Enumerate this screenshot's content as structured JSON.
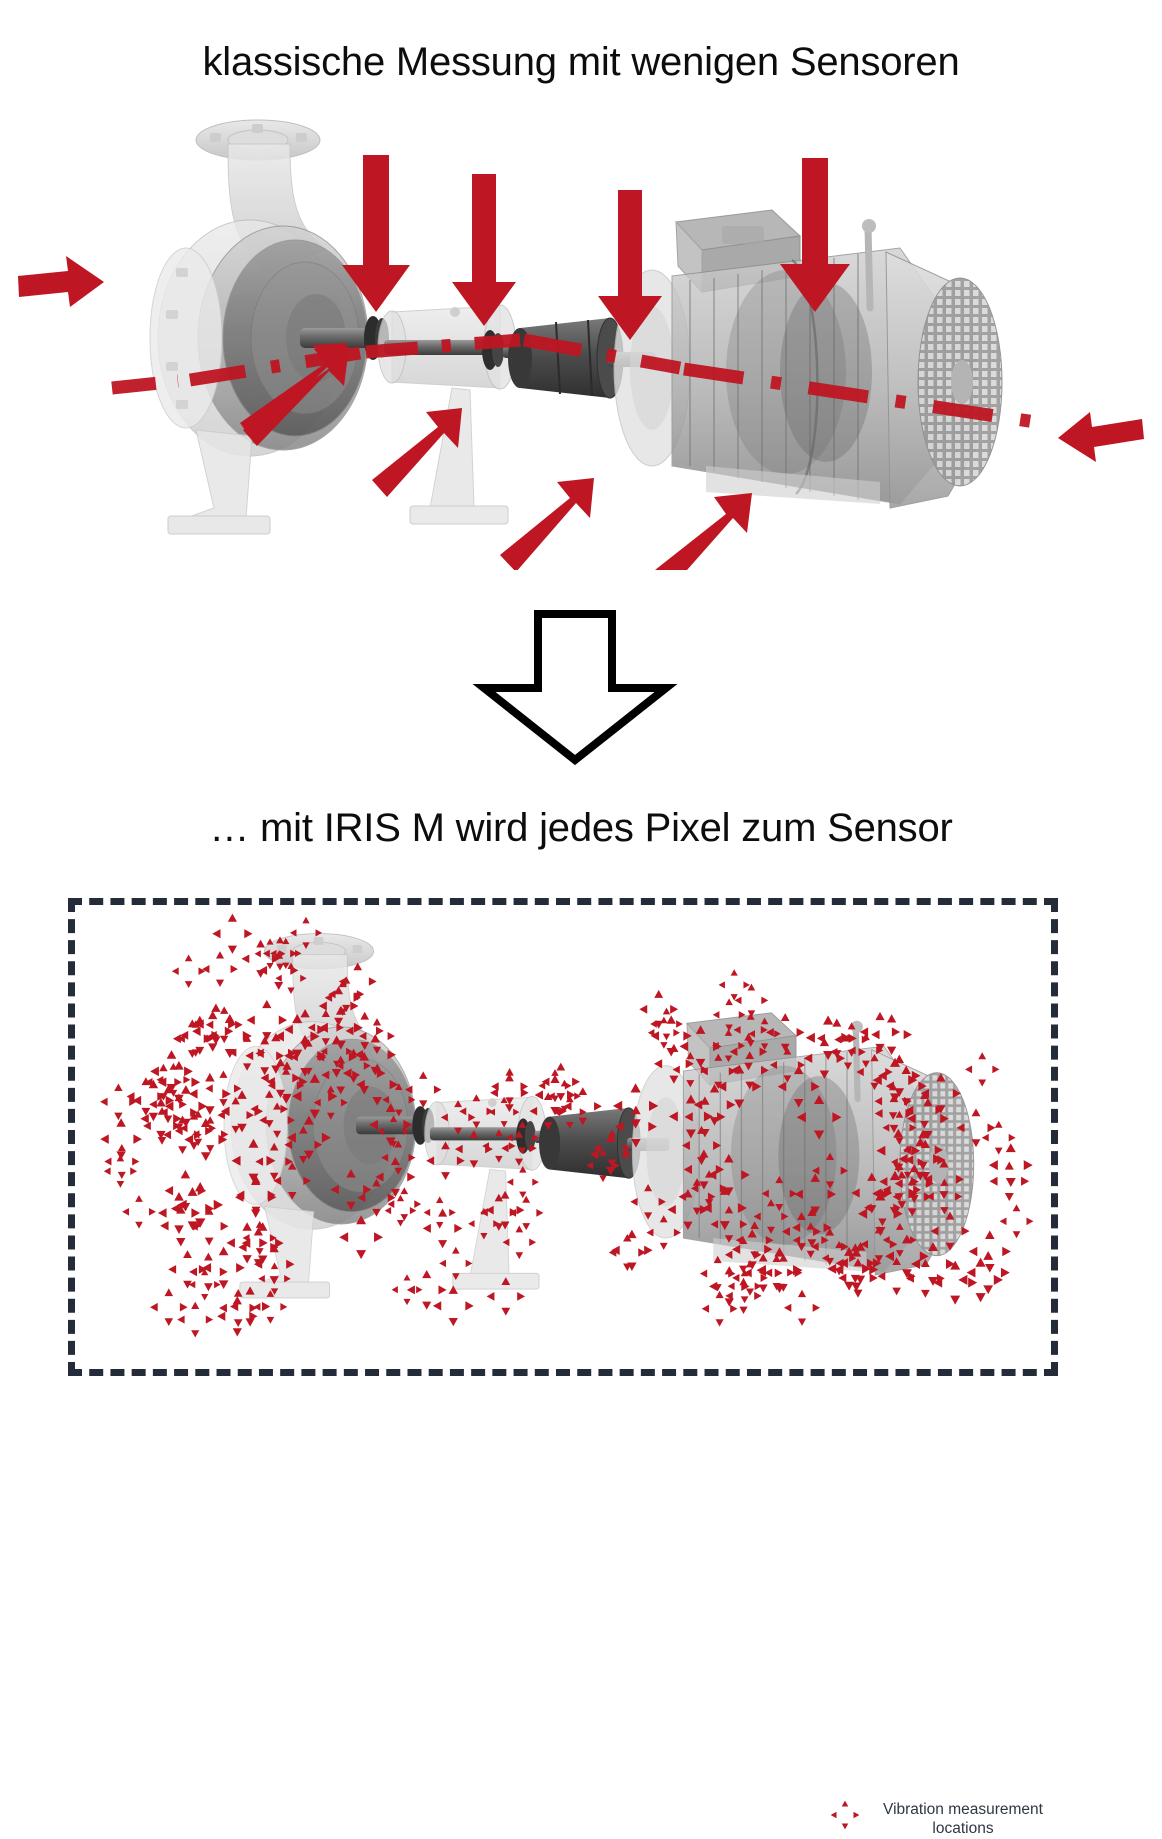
{
  "headings": {
    "top": "klassische Messung mit wenigen Sensoren",
    "bottom": "… mit IRIS M wird jedes Pixel zum Sensor"
  },
  "legend": {
    "icon": "four-arrow-cross-icon",
    "line1": "Vibration measurement",
    "line2": "locations"
  },
  "colors": {
    "arrow_red": "#BE1622",
    "arrow_red_dark": "#8C0F18",
    "frame_navy": "#252C39",
    "text_dark": "#0D0D0D",
    "legend_text": "#2E3745",
    "machine_grey": "#B8B8B8",
    "machine_dark": "#4A4A4A",
    "outline_black": "#000000"
  },
  "panels": {
    "classic": {
      "name": "classical measurement illustration",
      "subject": "centrifugal pump and electric motor assembly, transparent ghosted 3D render",
      "centerline": "red dash-dot shaft axis",
      "sensor_arrows": {
        "down": 4,
        "diagonal_up_right": 4,
        "axial_left": 1,
        "axial_right": 1,
        "total": 10
      }
    },
    "iris": {
      "name": "IRIS M full-field measurement illustration",
      "subject": "same pump and motor assembly covered with dense measurement markers",
      "frame": "dashed rectangle",
      "marker": "four-arrow cross",
      "marker_count_approx": 175
    }
  },
  "transition": {
    "icon": "down-arrow-outline-icon"
  }
}
